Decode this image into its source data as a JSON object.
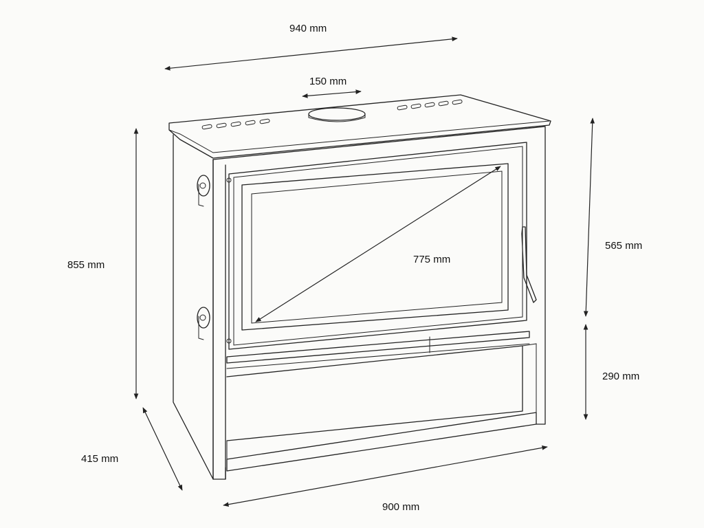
{
  "dimensions": {
    "overall_width": "940 mm",
    "flue_diameter": "150 mm",
    "height": "855 mm",
    "glass_diagonal": "775 mm",
    "upper_height": "565 mm",
    "log_store_height": "290 mm",
    "depth": "415 mm",
    "base_width": "900 mm"
  },
  "colors": {
    "line": "#222222",
    "background": "#fbfbf9"
  }
}
